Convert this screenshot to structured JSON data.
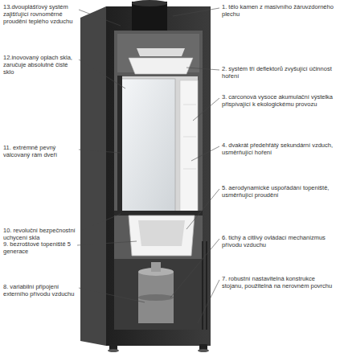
{
  "diagram": {
    "labels": [
      "1. tělo kamen z masivního žáruvzdorného plechu",
      "2. systém tří deflektorů zvyšující účinnost hoření",
      "3. carconová vysoce akumulační výstelka přispívající k ekologickému provozu",
      "4. dvakrát předehřátý sekundární vzduch, usměrňující hoření",
      "5. aerodynamické uspořádání topeniště, usměrňující proudění",
      "6. tichý a citlivý ovládací mechanizmus přívodu vzduchu",
      "7. robustní nastavitelná konstrukce stojanu, použitelná na nerovném povrchu",
      "8. variabilní připojení externího přívodu vzduchu",
      "9. bezroštové topeniště 5 generace",
      "10. revoluční bezpečnostní uchycení skla",
      "11. extrémně pevný válcovaný rám dveří",
      "12.inovovaný oplach skla, zaručuje absolutně čisté sklo",
      "13.dvouplášťový systém zajišťující rovnoměrné proudění teplého vzduchu"
    ]
  }
}
